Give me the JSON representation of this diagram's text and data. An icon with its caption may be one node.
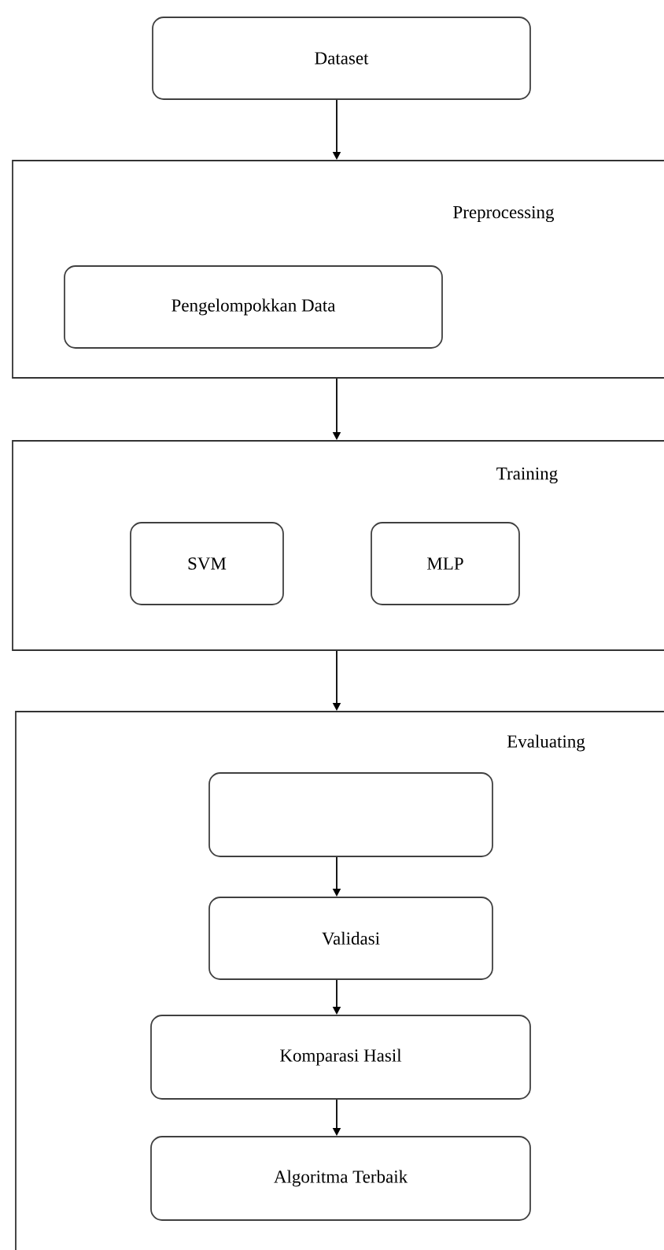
{
  "diagram": {
    "nodes": [
      {
        "text": [
          "Dataset"
        ]
      },
      {
        "text": [
          "Preprocessing"
        ]
      },
      {
        "text": [
          "Pengelompokkan Data"
        ],
        "in": 1
      },
      {
        "text": [
          "Training"
        ]
      },
      {
        "text": [
          "SVM"
        ],
        "in": 3
      },
      {
        "text": [
          "MLP"
        ],
        "in": 3
      },
      {
        "text": [
          "Evaluating"
        ]
      },
      {
        "text": [],
        "shape": "box",
        "in": 6
      },
      {
        "text": [
          "Validasi"
        ],
        "in": 6
      },
      {
        "text": [
          "Komparasi Hasil"
        ],
        "in": 6
      },
      {
        "text": [
          "Algoritma Terbaik"
        ],
        "in": 6
      }
    ],
    "edges": [
      {
        "from": 0,
        "to": 1,
        "arrow": "to"
      },
      {
        "from": 1,
        "to": 3,
        "arrow": "to"
      },
      {
        "from": 3,
        "to": 6,
        "arrow": "to"
      },
      {
        "from": 7,
        "to": 8,
        "arrow": "to"
      },
      {
        "from": 8,
        "to": 9,
        "arrow": "to"
      },
      {
        "from": 9,
        "to": 10,
        "arrow": "to"
      }
    ]
  }
}
